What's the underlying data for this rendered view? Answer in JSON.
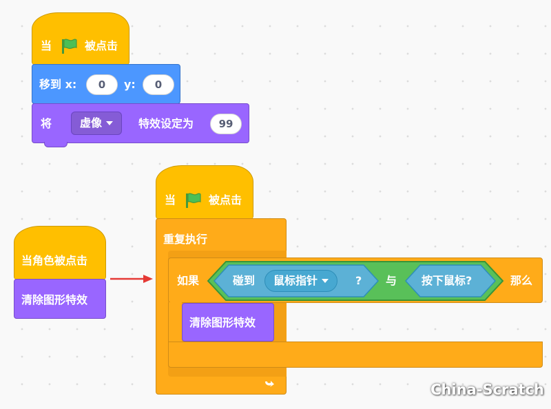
{
  "script1": {
    "hat_when": "当",
    "hat_clicked": "被点击",
    "goto_label": "移到 x:",
    "goto_x": "0",
    "goto_y_label": "y:",
    "goto_y": "0",
    "effect_set_prefix": "将",
    "effect_name": "虚像",
    "effect_set_mid": "特效设定为",
    "effect_value": "99"
  },
  "script_old": {
    "hat_label": "当角色被点击",
    "clear_label": "清除图形特效"
  },
  "script2": {
    "hat_when": "当",
    "hat_clicked": "被点击",
    "forever_label": "重复执行",
    "if_label": "如果",
    "touching_label": "碰到",
    "touching_target": "鼠标指针",
    "question_mark": "?",
    "and_label": "与",
    "mouse_down_label": "按下鼠标?",
    "then_label": "那么",
    "clear_label": "清除图形特效"
  },
  "watermark": "China-Scratch",
  "colors": {
    "events": "#ffbf00",
    "motion": "#4c97ff",
    "looks": "#9966ff",
    "control": "#ffab19",
    "operators": "#59c059",
    "sensing": "#5cb1d6",
    "arrow": "#e53935"
  }
}
